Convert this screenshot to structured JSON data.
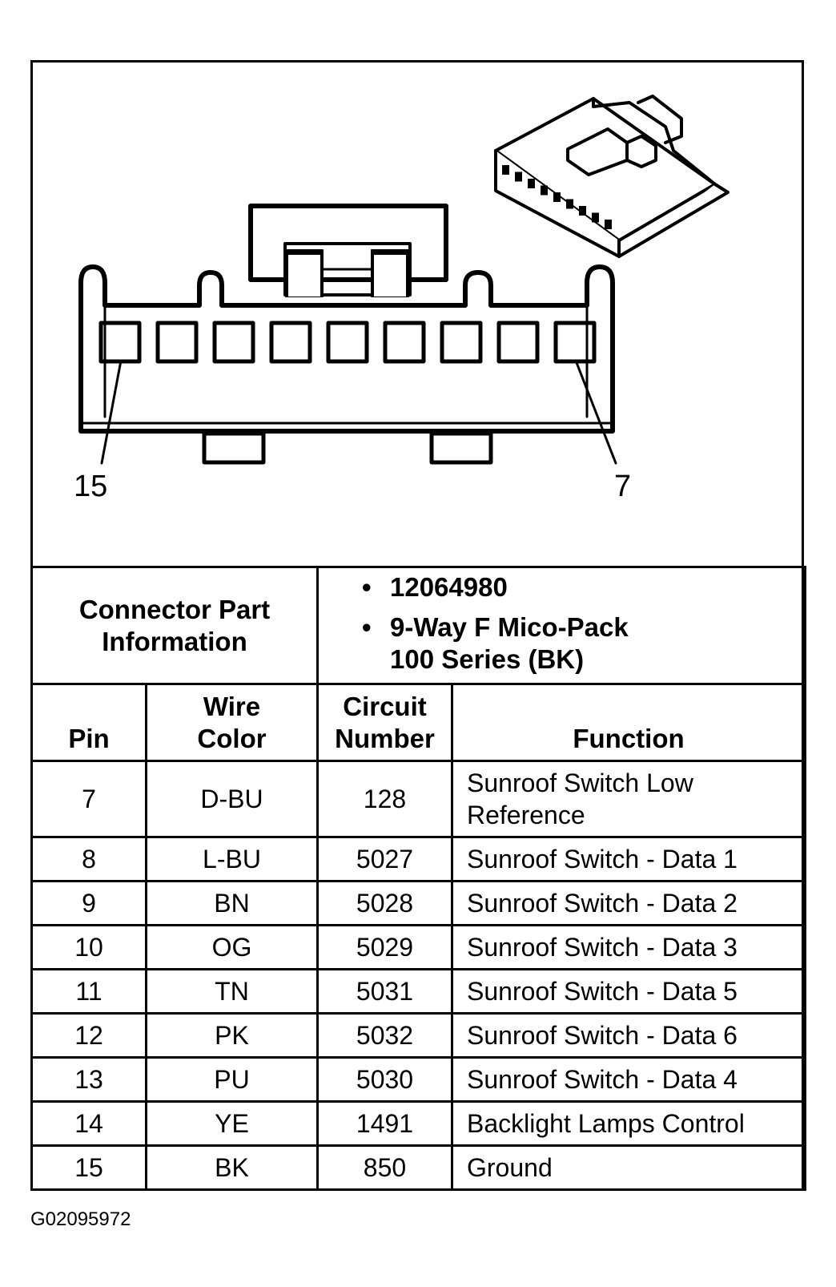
{
  "pin_callouts": {
    "left": "15",
    "right": "7"
  },
  "part_info": {
    "label_line1": "Connector Part",
    "label_line2": "Information",
    "items": [
      {
        "bullet": "•",
        "line1": "12064980",
        "line2": ""
      },
      {
        "bullet": "•",
        "line1": "9-Way F Mico-Pack",
        "line2": "100 Series (BK)"
      }
    ]
  },
  "table": {
    "headers": {
      "pin": "Pin",
      "wire_color_line1": "Wire",
      "wire_color_line2": "Color",
      "circuit_line1": "Circuit",
      "circuit_line2": "Number",
      "function": "Function"
    },
    "rows": [
      {
        "pin": "7",
        "wire_color": "D-BU",
        "circuit": "128",
        "function_line1": "Sunroof Switch Low",
        "function_line2": "Reference"
      },
      {
        "pin": "8",
        "wire_color": "L-BU",
        "circuit": "5027",
        "function_line1": "Sunroof Switch - Data 1",
        "function_line2": ""
      },
      {
        "pin": "9",
        "wire_color": "BN",
        "circuit": "5028",
        "function_line1": "Sunroof Switch - Data 2",
        "function_line2": ""
      },
      {
        "pin": "10",
        "wire_color": "OG",
        "circuit": "5029",
        "function_line1": "Sunroof Switch - Data 3",
        "function_line2": ""
      },
      {
        "pin": "11",
        "wire_color": "TN",
        "circuit": "5031",
        "function_line1": "Sunroof Switch - Data 5",
        "function_line2": ""
      },
      {
        "pin": "12",
        "wire_color": "PK",
        "circuit": "5032",
        "function_line1": "Sunroof Switch - Data 6",
        "function_line2": ""
      },
      {
        "pin": "13",
        "wire_color": "PU",
        "circuit": "5030",
        "function_line1": "Sunroof Switch - Data 4",
        "function_line2": ""
      },
      {
        "pin": "14",
        "wire_color": "YE",
        "circuit": "1491",
        "function_line1": "Backlight Lamps Control",
        "function_line2": ""
      },
      {
        "pin": "15",
        "wire_color": "BK",
        "circuit": "850",
        "function_line1": "Ground",
        "function_line2": ""
      }
    ]
  },
  "figure_id": "G02095972"
}
